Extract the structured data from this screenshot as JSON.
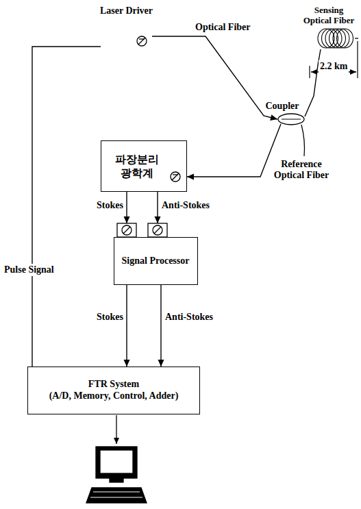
{
  "diagram": {
    "nodes": [
      {
        "text": [
          "Laser Driver"
        ]
      },
      {
        "text": [
          "Coupler"
        ]
      },
      {
        "text": [
          "Sensing Optical Fiber"
        ]
      },
      {
        "text": [
          "파장분리 광학계"
        ]
      },
      {
        "text": [
          "Signal Processor"
        ]
      },
      {
        "text": [
          "FTR System",
          "(A/D, Memory, Control, Adder)"
        ]
      }
    ],
    "edges": [
      {
        "from": 0,
        "to": 1,
        "label": "Optical Fiber",
        "arrow": "to"
      },
      {
        "from": 1,
        "to": 2,
        "arrow": "none"
      },
      {
        "from": 1,
        "to": 3,
        "arrow": "to"
      },
      {
        "from": 3,
        "to": 4,
        "label": "Stokes",
        "arrow": "to"
      },
      {
        "from": 3,
        "to": 4,
        "label": "Anti-Stokes",
        "arrow": "to"
      },
      {
        "from": 4,
        "to": 5,
        "label": "Stokes",
        "arrow": "to"
      },
      {
        "from": 4,
        "to": 5,
        "label": "Anti-Stokes",
        "arrow": "to"
      },
      {
        "from": 5,
        "to": 0,
        "label": "Pulse Signal",
        "arrow": "none"
      }
    ],
    "labels": [
      "2.2 km",
      "Reference Optical Fiber"
    ]
  }
}
